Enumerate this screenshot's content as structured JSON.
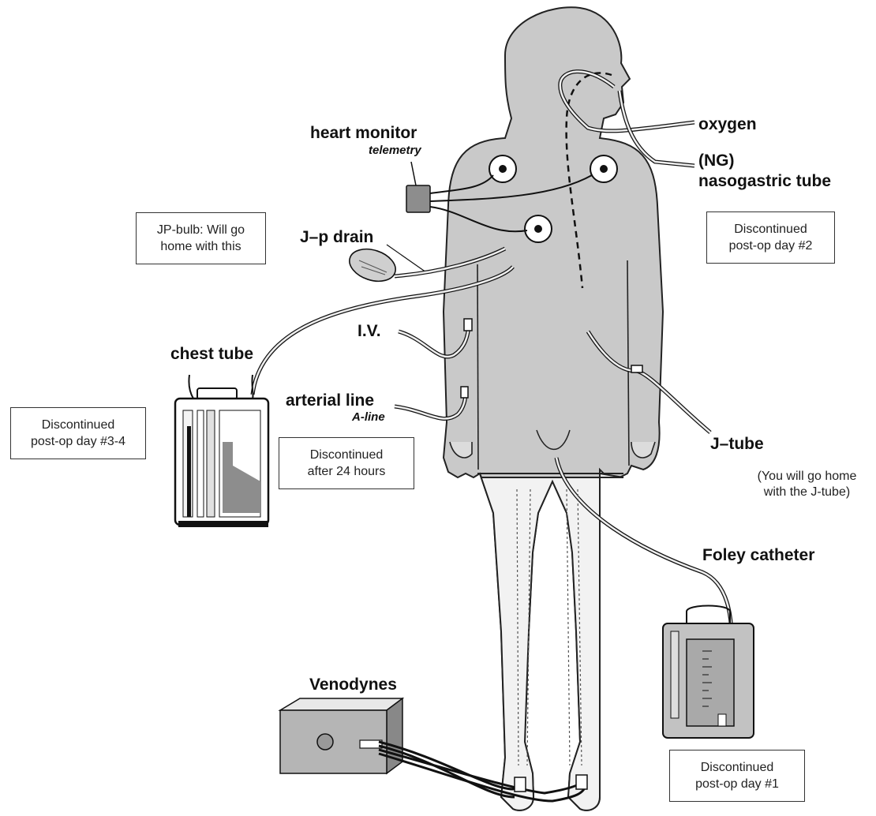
{
  "labels": {
    "oxygen": "oxygen",
    "ng_tube_line1": "(NG)",
    "ng_tube_line2": "nasogastric tube",
    "heart_monitor": "heart monitor",
    "heart_monitor_sub": "telemetry",
    "jp_drain": "J–p drain",
    "iv": "I.V.",
    "chest_tube": "chest tube",
    "arterial_line": "arterial line",
    "arterial_line_sub": "A-line",
    "j_tube": "J–tube",
    "j_tube_note": "(You will go home\nwith the J-tube)",
    "foley_catheter": "Foley catheter",
    "venodynes": "Venodynes"
  },
  "boxes": {
    "jp_bulb": "JP-bulb: Will go\nhome with this",
    "ng_discontinued": "Discontinued\npost-op day #2",
    "chest_discontinued": "Discontinued\npost-op day #3-4",
    "aline_discontinued": "Discontinued\nafter 24 hours",
    "foley_discontinued": "Discontinued\npost-op day #1"
  }
}
